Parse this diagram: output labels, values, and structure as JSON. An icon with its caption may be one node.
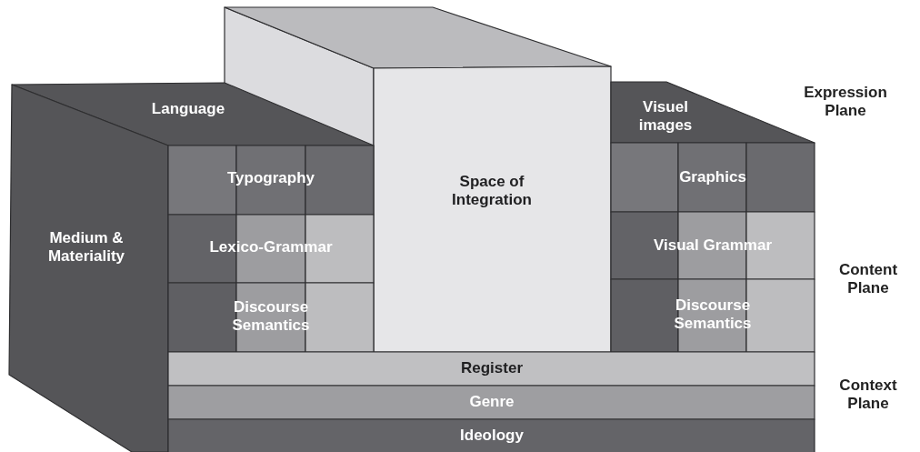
{
  "diagram": {
    "nodes": [
      {
        "text": [
          "Language"
        ]
      },
      {
        "text": [
          "Space of Integration"
        ]
      },
      {
        "text": [
          "Visuel images"
        ]
      },
      {
        "text": [
          "Medium & Materiality"
        ]
      },
      {
        "text": [
          "Typography"
        ]
      },
      {
        "text": [
          "Graphics"
        ]
      },
      {
        "text": [
          "Lexico-Grammar"
        ]
      },
      {
        "text": [
          "Visual Grammar"
        ]
      },
      {
        "text": [
          "Discourse Semantics"
        ]
      },
      {
        "text": [
          "Discourse Semantics"
        ]
      },
      {
        "text": [
          "Register"
        ]
      },
      {
        "text": [
          "Genre"
        ]
      },
      {
        "text": [
          "Ideology"
        ]
      }
    ],
    "labels": [
      "Expression Plane",
      "Content Plane",
      "Context Plane"
    ]
  }
}
